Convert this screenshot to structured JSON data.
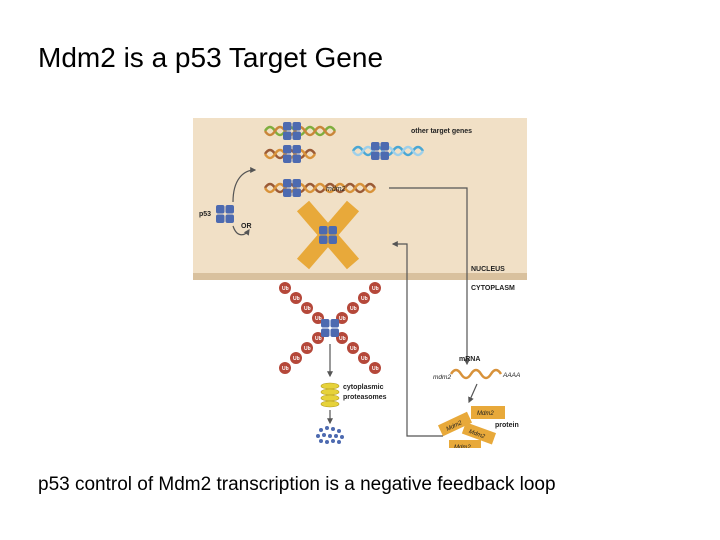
{
  "slide": {
    "title": "Mdm2 is a p53 Target Gene",
    "caption": "p53 control of Mdm2 transcription is a negative feedback loop"
  },
  "figure": {
    "labels": {
      "other_target_genes": "other target genes",
      "mdm2_gene": "mdm2",
      "p53": "p53",
      "or": "OR",
      "nucleus": "NUCLEUS",
      "cytoplasm": "CYTOPLASM",
      "mrna": "mRNA",
      "mrna_gene": "mdm2",
      "poly_a": "AAAA",
      "protein": "protein",
      "proteasomes_line1": "cytoplasmic",
      "proteasomes_line2": "proteasomes",
      "ubiquitin": "Ub",
      "mdm2_protein": "Mdm2"
    },
    "colors": {
      "nucleus_bg": "#f1e0c6",
      "membrane": "#d9c19e",
      "p53_tetramer": "#4d6ab0",
      "mdm2_protein": "#e8a93a",
      "ubiquitin": "#b5483a",
      "dna_green": "#7fae3e",
      "dna_blue": "#4aa7d4",
      "dna_brown": "#9b5a35",
      "dna_orange": "#d8923a",
      "proteasome": "#e6d23a",
      "arrow": "#555555"
    }
  }
}
